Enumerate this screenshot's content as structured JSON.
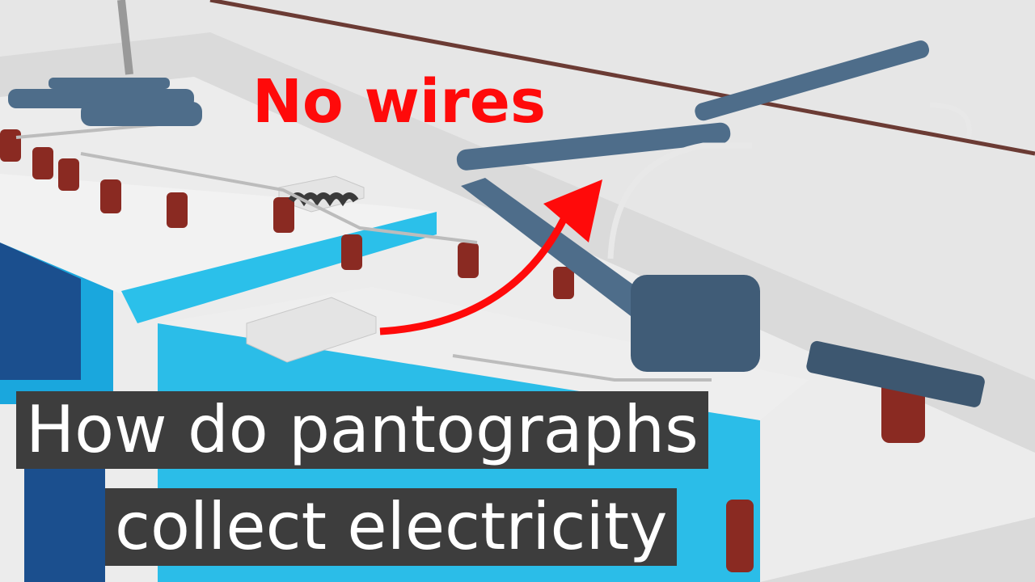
{
  "thumbnail": {
    "callout": "No wires",
    "title_line_1": "How do pantographs",
    "title_line_2": "collect electricity"
  },
  "colors": {
    "background": "#e6e6e6",
    "callout_red": "#ff0a0a",
    "title_band": "#3d3d3d",
    "title_text": "#ffffff",
    "train_body_blue": "#1aaee6",
    "pantograph_steel": "#4e6d8a",
    "insulator_red": "#8a2a22",
    "catenary_wire": "#6b3b34"
  }
}
